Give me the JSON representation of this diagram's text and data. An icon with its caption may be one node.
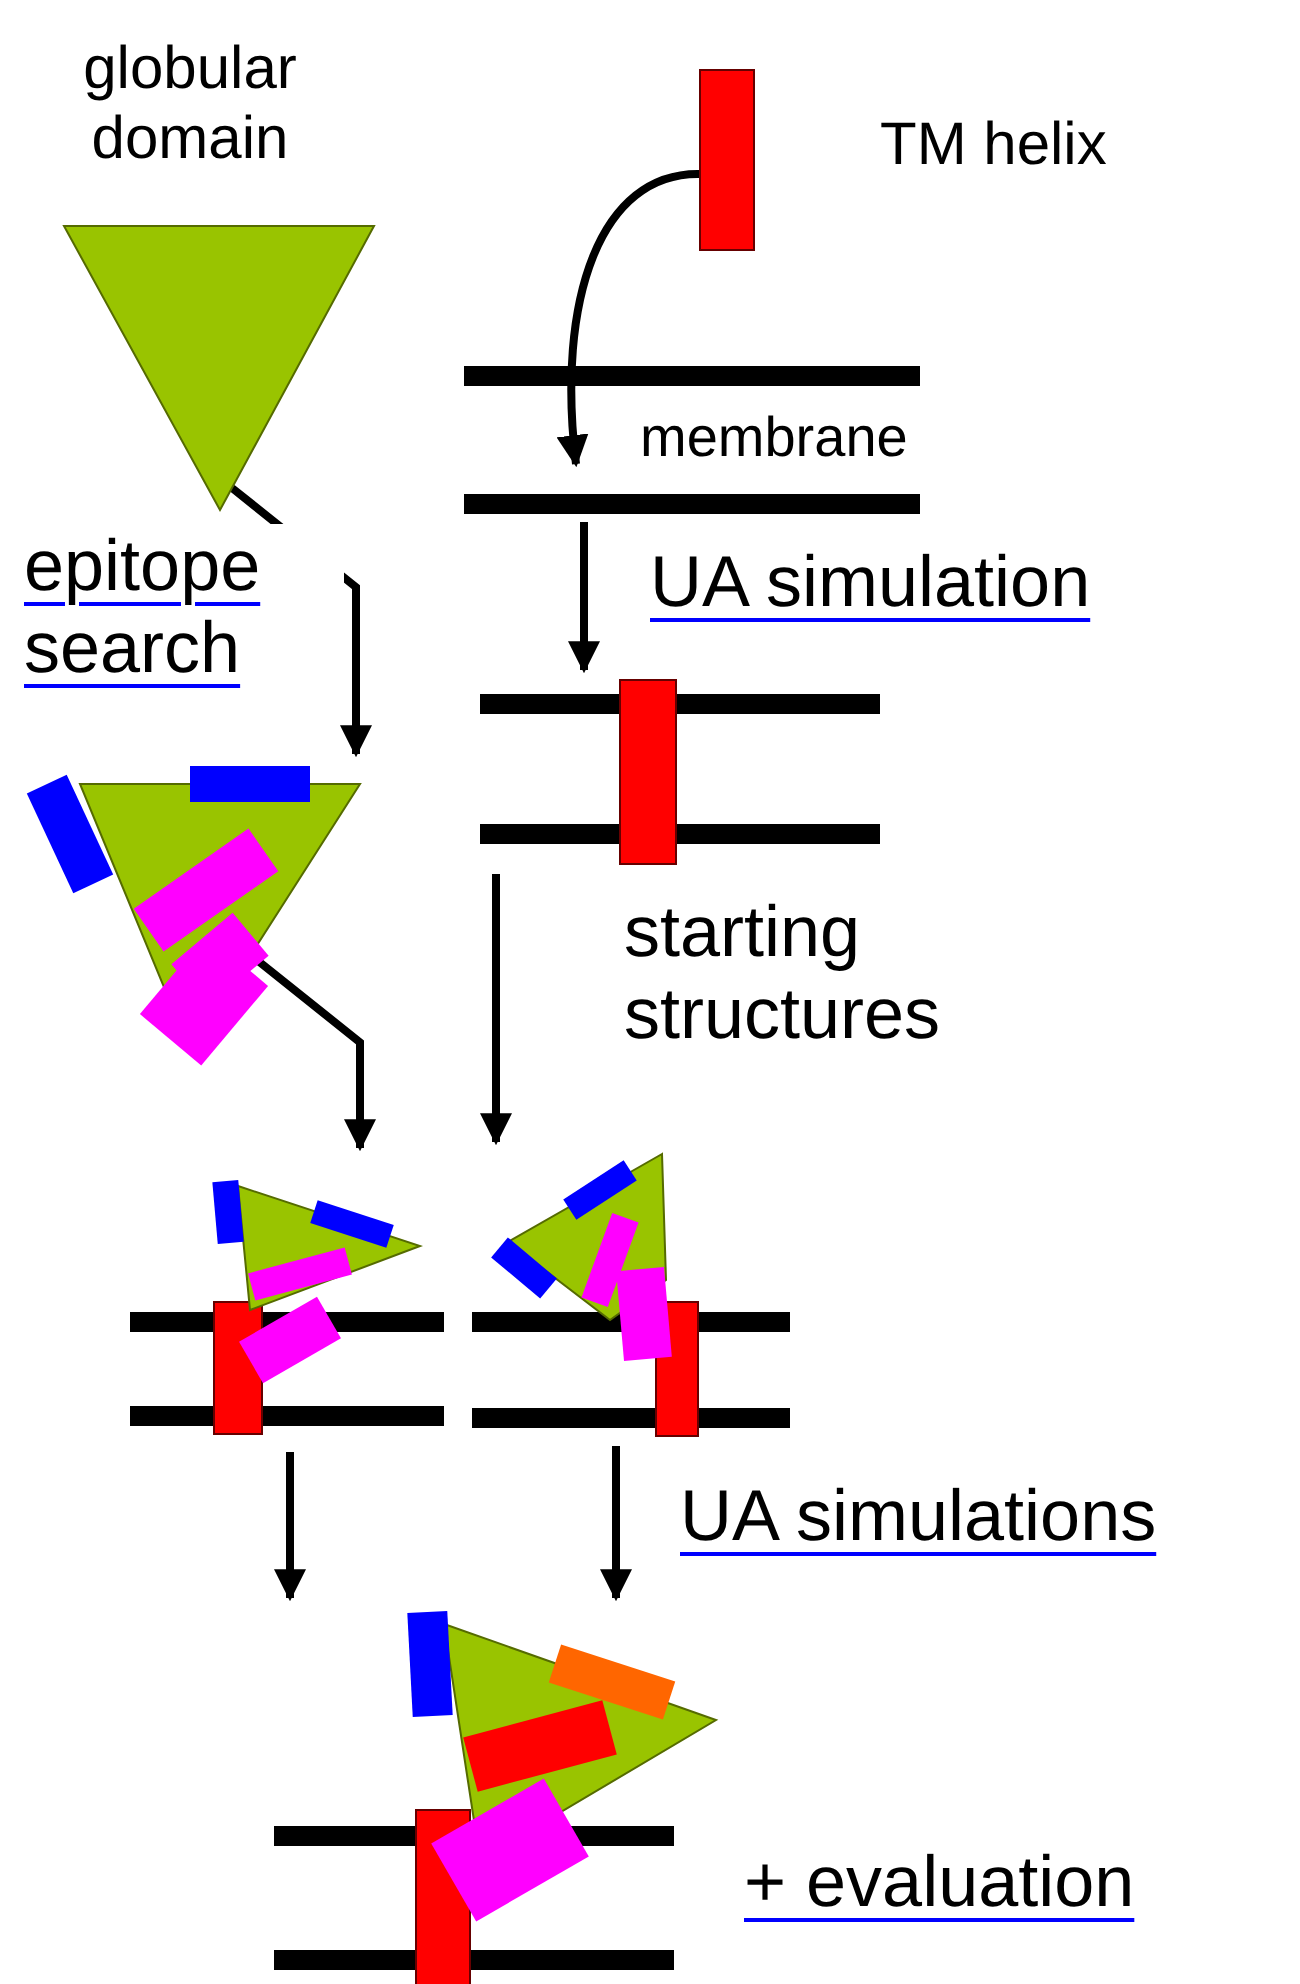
{
  "diagram": {
    "nodes": [
      {
        "text": [],
        "shape": "triangle",
        "beside": [
          "globular domain"
        ]
      },
      {
        "text": [],
        "shape": "bar",
        "beside": [
          "TM helix"
        ]
      },
      {
        "text": [
          "membrane"
        ]
      },
      {
        "text": [],
        "shape": "picture"
      },
      {
        "text": [],
        "shape": "picture"
      },
      {
        "text": [],
        "shape": "picture"
      },
      {
        "text": [],
        "shape": "picture"
      },
      {
        "text": [],
        "shape": "picture",
        "beside": [
          "+ evaluation"
        ]
      }
    ],
    "edges": [
      {
        "from": 0,
        "to": 3,
        "arrow": "to",
        "label": "epitope search"
      },
      {
        "from": 1,
        "to": 2,
        "arrow": "to"
      },
      {
        "from": 2,
        "to": 4,
        "arrow": "to",
        "label": "UA simulation"
      },
      {
        "from": 3,
        "to": 5,
        "arrow": "to"
      },
      {
        "from": 4,
        "to": 6,
        "arrow": "to"
      },
      {
        "from": 5,
        "to": 7,
        "arrow": "to"
      },
      {
        "from": 6,
        "to": 7,
        "arrow": "to",
        "label": "UA simulations"
      }
    ],
    "labels": [
      "starting structures"
    ]
  }
}
